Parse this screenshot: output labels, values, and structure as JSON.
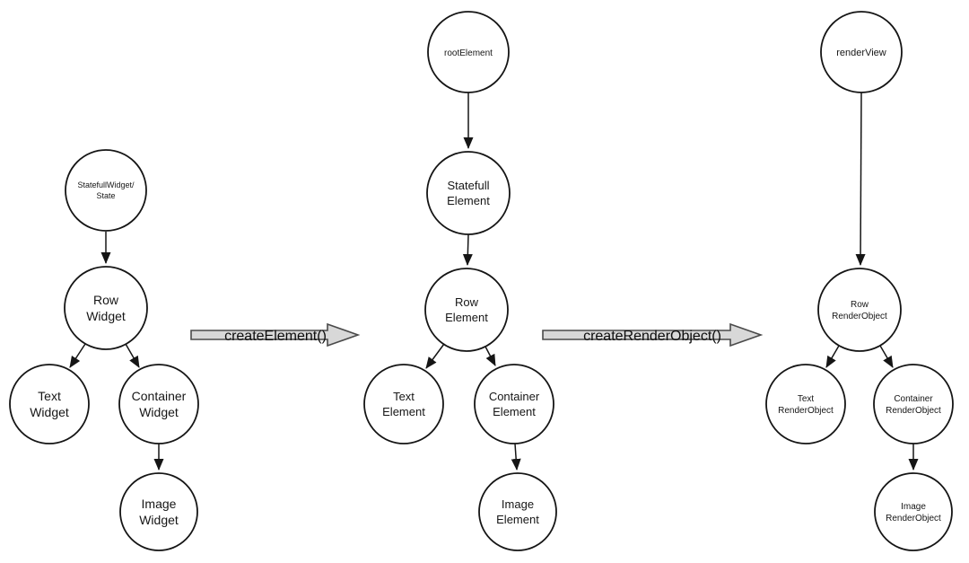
{
  "diagram": {
    "description": "Flutter widget tree to element tree to render object tree",
    "colors": {
      "background": "#ffffff",
      "node_fill": "#ffffff",
      "node_stroke": "#151515",
      "edge_color": "#151515",
      "text_color": "#161616",
      "transition_fill": "#d8d8d8",
      "transition_stroke": "#4a4a4a"
    },
    "transitions": [
      {
        "label": "createElement()"
      },
      {
        "label": "createRenderObject()"
      }
    ],
    "trees": [
      {
        "name": "widget-tree",
        "nodes": [
          {
            "id": "statefulwidget-state",
            "lines": [
              "StatefullWidget/",
              "State"
            ]
          },
          {
            "id": "row-widget",
            "lines": [
              "Row",
              "Widget"
            ]
          },
          {
            "id": "text-widget",
            "lines": [
              "Text",
              "Widget"
            ]
          },
          {
            "id": "container-widget",
            "lines": [
              "Container",
              "Widget"
            ]
          },
          {
            "id": "image-widget",
            "lines": [
              "Image",
              "Widget"
            ]
          }
        ],
        "edges": [
          {
            "from": "statefulwidget-state",
            "to": "row-widget"
          },
          {
            "from": "row-widget",
            "to": "text-widget"
          },
          {
            "from": "row-widget",
            "to": "container-widget"
          },
          {
            "from": "container-widget",
            "to": "image-widget"
          }
        ]
      },
      {
        "name": "element-tree",
        "nodes": [
          {
            "id": "root-element",
            "lines": [
              "rootElement"
            ]
          },
          {
            "id": "statefull-element",
            "lines": [
              "Statefull",
              "Element"
            ]
          },
          {
            "id": "row-element",
            "lines": [
              "Row",
              "Element"
            ]
          },
          {
            "id": "text-element",
            "lines": [
              "Text",
              "Element"
            ]
          },
          {
            "id": "container-element",
            "lines": [
              "Container",
              "Element"
            ]
          },
          {
            "id": "image-element",
            "lines": [
              "Image",
              "Element"
            ]
          }
        ],
        "edges": [
          {
            "from": "root-element",
            "to": "statefull-element"
          },
          {
            "from": "statefull-element",
            "to": "row-element"
          },
          {
            "from": "row-element",
            "to": "text-element"
          },
          {
            "from": "row-element",
            "to": "container-element"
          },
          {
            "from": "container-element",
            "to": "image-element"
          }
        ]
      },
      {
        "name": "render-object-tree",
        "nodes": [
          {
            "id": "render-view",
            "lines": [
              "renderView"
            ]
          },
          {
            "id": "row-renderobject",
            "lines": [
              "Row",
              "RenderObject"
            ]
          },
          {
            "id": "text-renderobject",
            "lines": [
              "Text",
              "RenderObject"
            ]
          },
          {
            "id": "container-renderobject",
            "lines": [
              "Container",
              "RenderObject"
            ]
          },
          {
            "id": "image-renderobject",
            "lines": [
              "Image",
              "RenderObject"
            ]
          }
        ],
        "edges": [
          {
            "from": "render-view",
            "to": "row-renderobject"
          },
          {
            "from": "row-renderobject",
            "to": "text-renderobject"
          },
          {
            "from": "row-renderobject",
            "to": "container-renderobject"
          },
          {
            "from": "container-renderobject",
            "to": "image-renderobject"
          }
        ]
      }
    ]
  }
}
